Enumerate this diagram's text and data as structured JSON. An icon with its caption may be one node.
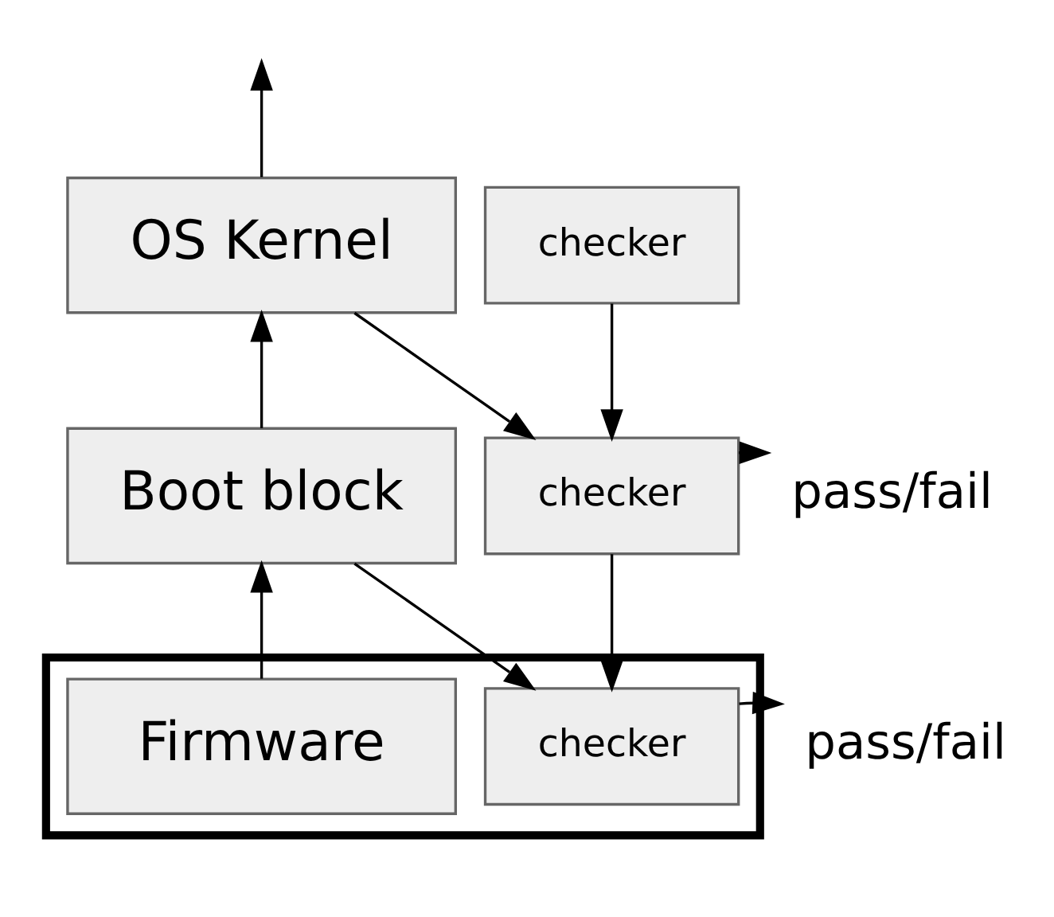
{
  "diagram": {
    "nodes": [
      {
        "text": [
          "OS Kernel"
        ]
      },
      {
        "text": [
          "checker"
        ]
      },
      {
        "text": [
          "Boot block"
        ]
      },
      {
        "text": [
          "checker"
        ]
      },
      {
        "text": [],
        "shape": "box"
      },
      {
        "text": [
          "Firmware"
        ],
        "in": 4
      },
      {
        "text": [
          "checker"
        ],
        "in": 4
      },
      {
        "text": [
          "pass/fail"
        ]
      },
      {
        "text": [
          "pass/fail"
        ]
      }
    ],
    "edges": [
      {
        "from": 0,
        "to": null,
        "arrow": "to"
      },
      {
        "from": 2,
        "to": 0,
        "arrow": "to"
      },
      {
        "from": 0,
        "to": 3,
        "arrow": "to"
      },
      {
        "from": 1,
        "to": 3,
        "arrow": "to"
      },
      {
        "from": 3,
        "to": 7,
        "arrow": "to"
      },
      {
        "from": 5,
        "to": 2,
        "arrow": "to"
      },
      {
        "from": 2,
        "to": 6,
        "arrow": "to"
      },
      {
        "from": 3,
        "to": 6,
        "arrow": "to"
      },
      {
        "from": 6,
        "to": 8,
        "arrow": "to"
      }
    ]
  }
}
